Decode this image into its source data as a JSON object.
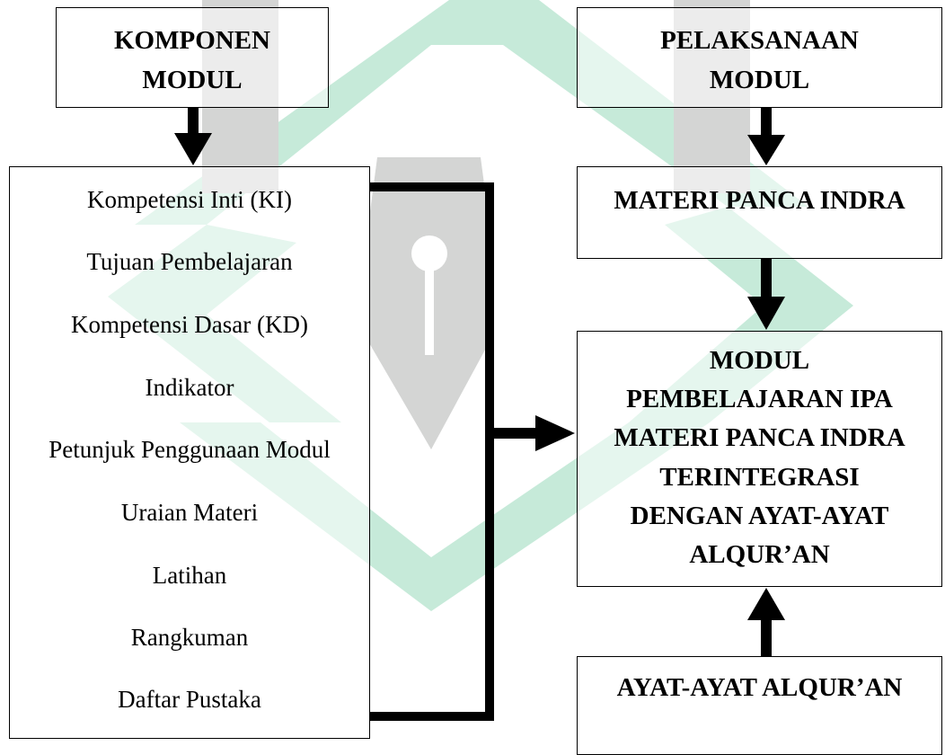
{
  "boxes": {
    "komponen": {
      "line1": "KOMPONEN",
      "line2": "MODUL"
    },
    "pelaksanaan": {
      "line1": "PELAKSANAAN",
      "line2": "MODUL"
    },
    "materi": {
      "title": "MATERI PANCA INDRA"
    },
    "modul": {
      "lines": [
        "MODUL",
        "PEMBELAJARAN IPA",
        "MATERI PANCA INDRA",
        "TERINTEGRASI",
        "DENGAN AYAT-AYAT",
        "ALQUR’AN"
      ]
    },
    "ayat": {
      "title": "AYAT-AYAT ALQUR’AN"
    }
  },
  "components": [
    "Kompetensi Inti (KI)",
    "Tujuan Pembelajaran",
    "Kompetensi Dasar (KD)",
    "Indikator",
    "Petunjuk Penggunaan Modul",
    "Uraian Materi",
    "Latihan",
    "Rangkuman",
    "Daftar Pustaka"
  ],
  "colors": {
    "watermark_green": "#bfe6d6",
    "watermark_gray": "#cfd0cf",
    "line": "#000000"
  }
}
